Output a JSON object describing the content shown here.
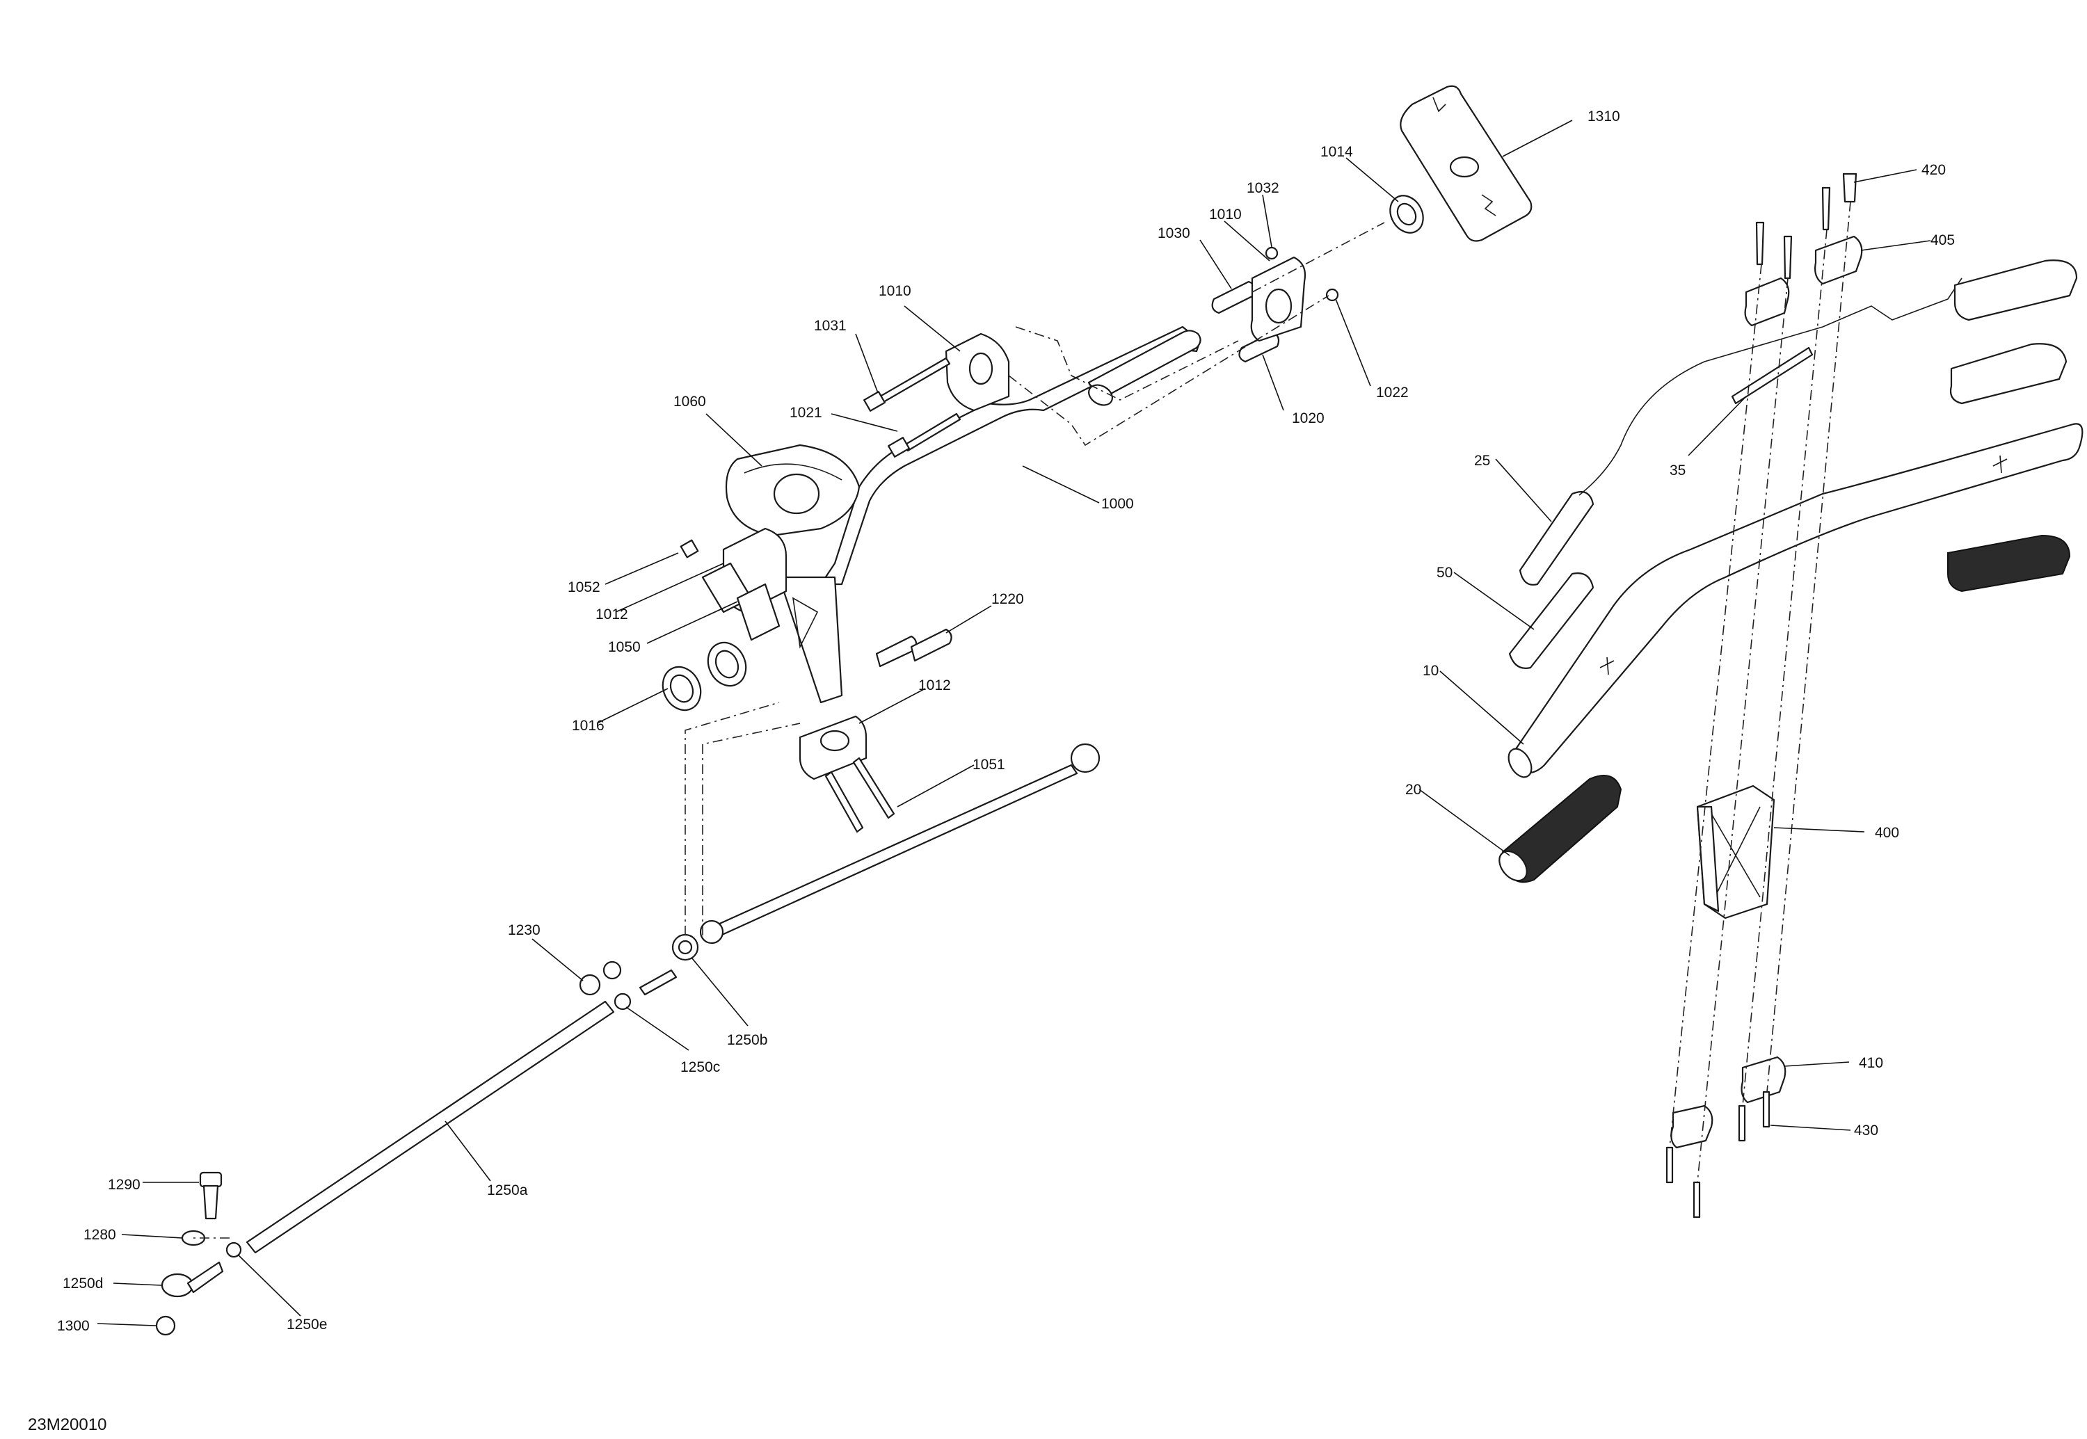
{
  "figure_code": "23M20010",
  "callouts": [
    {
      "id": "c1310",
      "label": "1310"
    },
    {
      "id": "c1014",
      "label": "1014"
    },
    {
      "id": "c1032",
      "label": "1032"
    },
    {
      "id": "c1010a",
      "label": "1010"
    },
    {
      "id": "c1030",
      "label": "1030"
    },
    {
      "id": "c1010b",
      "label": "1010"
    },
    {
      "id": "c1031",
      "label": "1031"
    },
    {
      "id": "c1022",
      "label": "1022"
    },
    {
      "id": "c1020",
      "label": "1020"
    },
    {
      "id": "c1021",
      "label": "1021"
    },
    {
      "id": "c1060",
      "label": "1060"
    },
    {
      "id": "c1000",
      "label": "1000"
    },
    {
      "id": "c1052",
      "label": "1052"
    },
    {
      "id": "c1012a",
      "label": "1012"
    },
    {
      "id": "c1050",
      "label": "1050"
    },
    {
      "id": "c1220",
      "label": "1220"
    },
    {
      "id": "c1016",
      "label": "1016"
    },
    {
      "id": "c1012b",
      "label": "1012"
    },
    {
      "id": "c1051",
      "label": "1051"
    },
    {
      "id": "c1230",
      "label": "1230"
    },
    {
      "id": "c1250b",
      "label": "1250b"
    },
    {
      "id": "c1250c",
      "label": "1250c"
    },
    {
      "id": "c1250a",
      "label": "1250a"
    },
    {
      "id": "c1290",
      "label": "1290"
    },
    {
      "id": "c1280",
      "label": "1280"
    },
    {
      "id": "c1250d",
      "label": "1250d"
    },
    {
      "id": "c1300",
      "label": "1300"
    },
    {
      "id": "c1250e",
      "label": "1250e"
    },
    {
      "id": "c420",
      "label": "420"
    },
    {
      "id": "c405",
      "label": "405"
    },
    {
      "id": "c35",
      "label": "35"
    },
    {
      "id": "c25",
      "label": "25"
    },
    {
      "id": "c50",
      "label": "50"
    },
    {
      "id": "c10",
      "label": "10"
    },
    {
      "id": "c20",
      "label": "20"
    },
    {
      "id": "c400",
      "label": "400"
    },
    {
      "id": "c410",
      "label": "410"
    },
    {
      "id": "c430",
      "label": "430"
    }
  ]
}
